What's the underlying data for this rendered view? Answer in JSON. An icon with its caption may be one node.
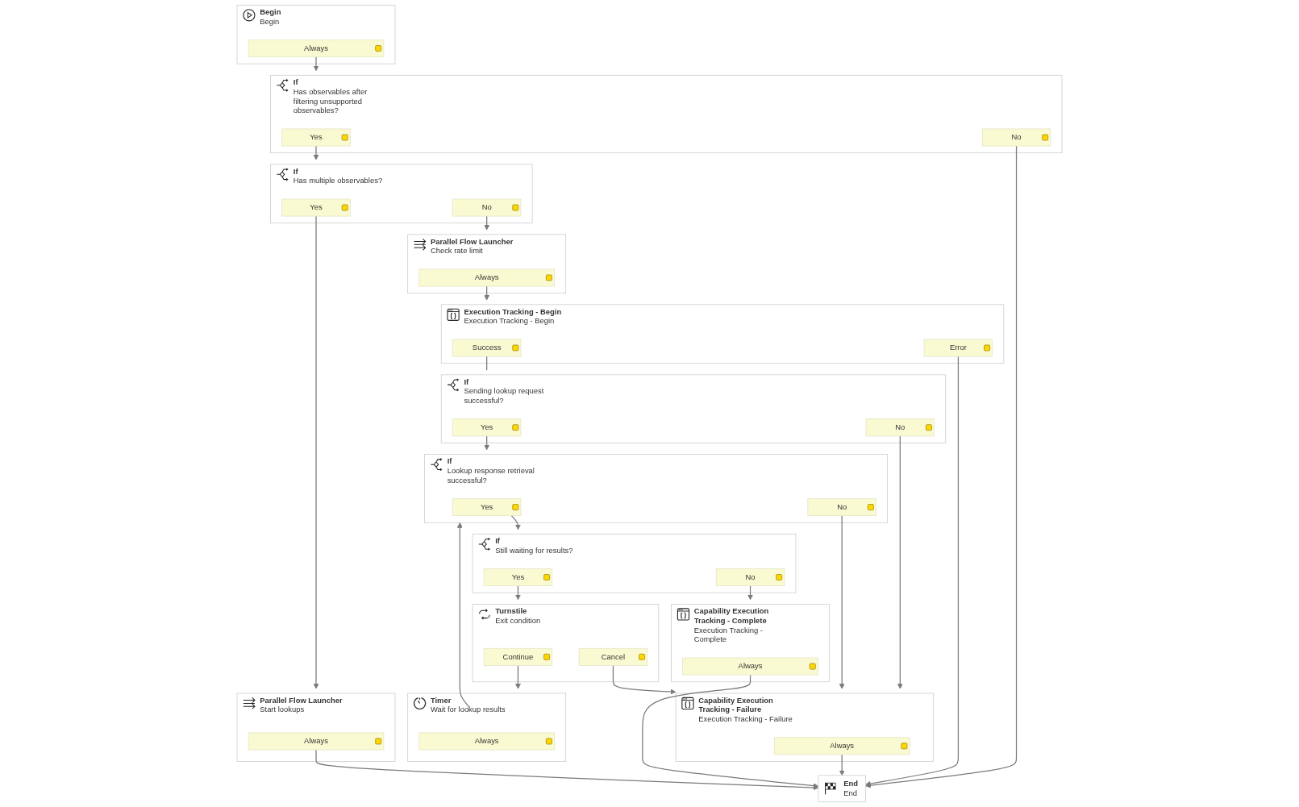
{
  "diagram": {
    "nodes": [
      {
        "text": [
          "Begin",
          "Begin"
        ]
      },
      {
        "text": [
          "Always"
        ],
        "in": 0
      },
      {
        "text": [
          "If",
          "Has observables after filtering unsupported observables?"
        ]
      },
      {
        "text": [
          "Yes"
        ],
        "in": 2
      },
      {
        "text": [
          "No"
        ],
        "in": 2
      },
      {
        "text": [
          "If",
          "Has multiple observables?"
        ]
      },
      {
        "text": [
          "Yes"
        ],
        "in": 5
      },
      {
        "text": [
          "No"
        ],
        "in": 5
      },
      {
        "text": [
          "Parallel Flow Launcher",
          "Start lookups"
        ]
      },
      {
        "text": [
          "Always"
        ],
        "in": 8
      },
      {
        "text": [
          "Parallel Flow Launcher",
          "Check rate limit"
        ]
      },
      {
        "text": [
          "Always"
        ],
        "in": 10
      },
      {
        "text": [
          "Execution Tracking - Begin",
          "Execution Tracking - Begin"
        ]
      },
      {
        "text": [
          "Success"
        ],
        "in": 12
      },
      {
        "text": [
          "Error"
        ],
        "in": 12
      },
      {
        "text": [
          "If",
          "Sending lookup request successful?"
        ]
      },
      {
        "text": [
          "Yes"
        ],
        "in": 15
      },
      {
        "text": [
          "No"
        ],
        "in": 15
      },
      {
        "text": [
          "Timer",
          "Wait for lookup results"
        ]
      },
      {
        "text": [
          "Always"
        ],
        "in": 18
      },
      {
        "text": [
          "Turnstile",
          "Exit condition"
        ]
      },
      {
        "text": [
          "Continue"
        ],
        "in": 20
      },
      {
        "text": [
          "Cancel"
        ],
        "in": 20
      },
      {
        "text": [
          "If",
          "Lookup response retrieval successful?"
        ]
      },
      {
        "text": [
          "Yes"
        ],
        "in": 23
      },
      {
        "text": [
          "No"
        ],
        "in": 23
      },
      {
        "text": [
          "If",
          "Still waiting for results?"
        ]
      },
      {
        "text": [
          "Yes"
        ],
        "in": 26
      },
      {
        "text": [
          "No"
        ],
        "in": 26
      },
      {
        "text": [
          "Capability Execution Tracking - Failure",
          "Execution Tracking - Failure"
        ]
      },
      {
        "text": [
          "Always"
        ],
        "in": 29
      },
      {
        "text": [
          "Capability Execution Tracking - Complete",
          "Execution Tracking - Complete"
        ]
      },
      {
        "text": [
          "Always"
        ],
        "in": 31
      },
      {
        "text": [
          "End",
          "End"
        ]
      }
    ],
    "edges": [
      {
        "from": 1,
        "to": 2,
        "arrow": "to"
      },
      {
        "from": 3,
        "to": 5,
        "arrow": "to"
      },
      {
        "from": 4,
        "to": 33,
        "arrow": "to"
      },
      {
        "from": 6,
        "to": 8,
        "arrow": "to"
      },
      {
        "from": 7,
        "to": 10,
        "arrow": "to"
      },
      {
        "from": 11,
        "to": 12,
        "arrow": "to"
      },
      {
        "from": 13,
        "to": 15,
        "arrow": "none"
      },
      {
        "from": 14,
        "to": 33,
        "arrow": "to"
      },
      {
        "from": 16,
        "to": 23,
        "arrow": "to"
      },
      {
        "from": 17,
        "to": 29,
        "arrow": "to"
      },
      {
        "from": 19,
        "to": 23,
        "arrow": "to"
      },
      {
        "from": 21,
        "to": 18,
        "arrow": "to"
      },
      {
        "from": 22,
        "to": 29,
        "arrow": "to"
      },
      {
        "from": 24,
        "to": 26,
        "arrow": "to"
      },
      {
        "from": 25,
        "to": 29,
        "arrow": "to"
      },
      {
        "from": 27,
        "to": 20,
        "arrow": "to"
      },
      {
        "from": 28,
        "to": 31,
        "arrow": "to"
      },
      {
        "from": 30,
        "to": 33,
        "arrow": "to"
      },
      {
        "from": 32,
        "to": 33,
        "arrow": "to"
      },
      {
        "from": 9,
        "to": 33,
        "arrow": "to"
      }
    ]
  }
}
